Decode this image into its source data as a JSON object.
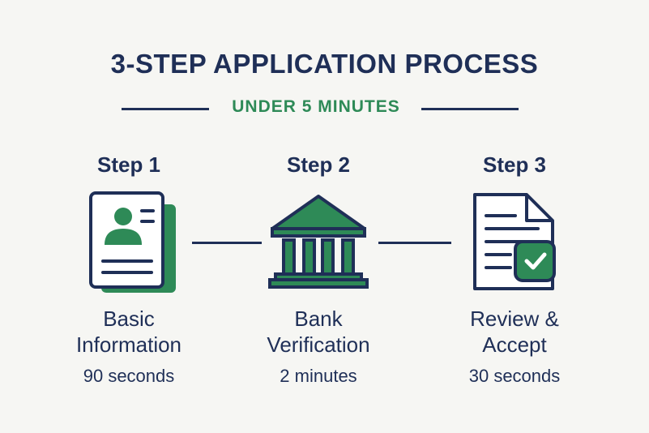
{
  "header": {
    "title": "3-STEP APPLICATION PROCESS",
    "subtitle": "UNDER 5 MINUTES"
  },
  "steps": [
    {
      "label": "Step 1",
      "name_lines": [
        "Basic",
        "Information"
      ],
      "time": "90 seconds",
      "icon": "profile-document-icon"
    },
    {
      "label": "Step 2",
      "name_lines": [
        "Bank",
        "Verification"
      ],
      "time": "2 minutes",
      "icon": "bank-building-icon"
    },
    {
      "label": "Step 3",
      "name_lines": [
        "Review &",
        "Accept"
      ],
      "time": "30 seconds",
      "icon": "document-checkmark-icon"
    }
  ],
  "colors": {
    "navy": "#1f2f57",
    "green": "#2e8a57",
    "background": "#f6f6f3"
  }
}
